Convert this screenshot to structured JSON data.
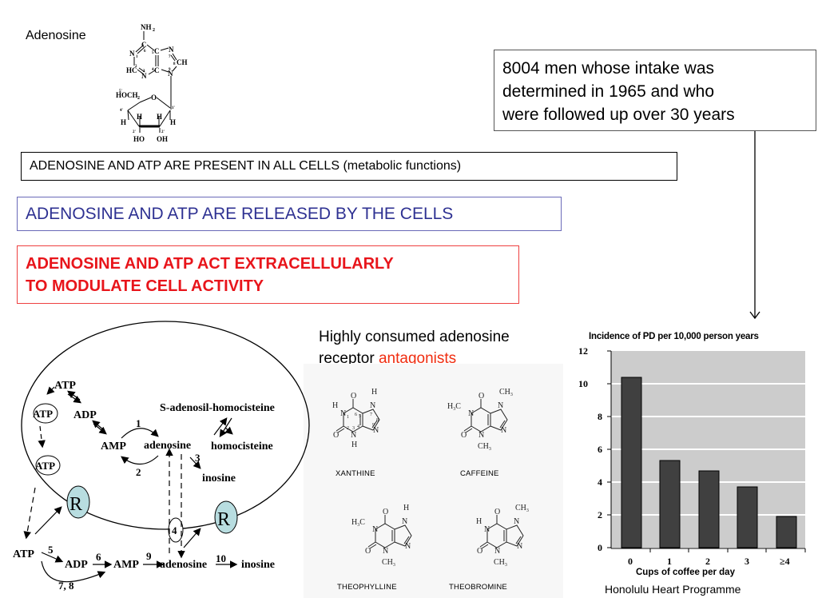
{
  "adenosine_structure": {
    "label": "Adenosine",
    "atoms": [
      "NH2",
      "N1",
      "C6",
      "C5",
      "N7",
      "C8H",
      "HC2",
      "N3",
      "C4",
      "N9",
      "HOCH2",
      "O",
      "H",
      "OH",
      "HO"
    ]
  },
  "statements": {
    "present": {
      "text": "ADENOSINE AND ATP ARE PRESENT IN ALL CELLS",
      "note": "(metabolic functions)"
    },
    "released": {
      "text": "ADENOSINE AND ATP ARE RELEASED BY THE CELLS",
      "color": "#2e3192"
    },
    "act": {
      "line1": "ADENOSINE AND ATP ACT EXTRACELLULARLY",
      "line2": "TO MODULATE CELL ACTIVITY",
      "color": "#e8151b"
    }
  },
  "cohort": {
    "line1": "8004 men whose intake was",
    "line2": "determined in 1965 and who",
    "line3": "were followed up over 30 years"
  },
  "antagonists": {
    "line1": "Highly consumed adenosine",
    "line2_prefix": "receptor ",
    "line2_highlight": "antagonists",
    "highlight_color": "#f02d10",
    "compounds": [
      "XANTHINE",
      "CAFFEINE",
      "THEOPHYLLINE",
      "THEOBROMINE"
    ]
  },
  "cell_diagram": {
    "intracellular": {
      "atp_top": "ATP",
      "atp_vesicle_1": "ATP",
      "atp_vesicle_2": "ATP",
      "adp": "ADP",
      "amp": "AMP",
      "adenosine": "adenosine",
      "sah": "S-adenosil-homocisteine",
      "homocysteine": "homocisteine",
      "inosine": "inosine",
      "step1": "1",
      "step2": "2",
      "step3": "3"
    },
    "membrane": {
      "receptor_left": "R",
      "receptor_right": "R",
      "transporter": "4",
      "receptor_color": "#b8dde0"
    },
    "extracellular": {
      "atp": "ATP",
      "adp": "ADP",
      "amp": "AMP",
      "adenosine": "adenosine",
      "inosine": "inosine",
      "step5": "5",
      "step6": "6",
      "step78": "7, 8",
      "step9": "9",
      "step10": "10"
    }
  },
  "chart": {
    "title": "Incidence of  PD per 10,000 person years",
    "xlabel": "Cups of coffee per day",
    "source": "Honolulu Heart Programme",
    "bar_color": "#404040",
    "bg_color": "#cccccc"
  },
  "chart_data": {
    "type": "bar",
    "title": "Incidence of PD per 10,000 person years",
    "xlabel": "Cups of coffee per day",
    "ylabel": "",
    "categories": [
      "0",
      "1",
      "2",
      "3",
      "≥4"
    ],
    "values": [
      10.4,
      5.3,
      4.7,
      3.7,
      1.9
    ],
    "ylim": [
      0,
      12
    ],
    "yticks": [
      0,
      2,
      4,
      6,
      8,
      10,
      12
    ],
    "grid": true,
    "legend": null,
    "source": "Honolulu Heart Programme"
  }
}
